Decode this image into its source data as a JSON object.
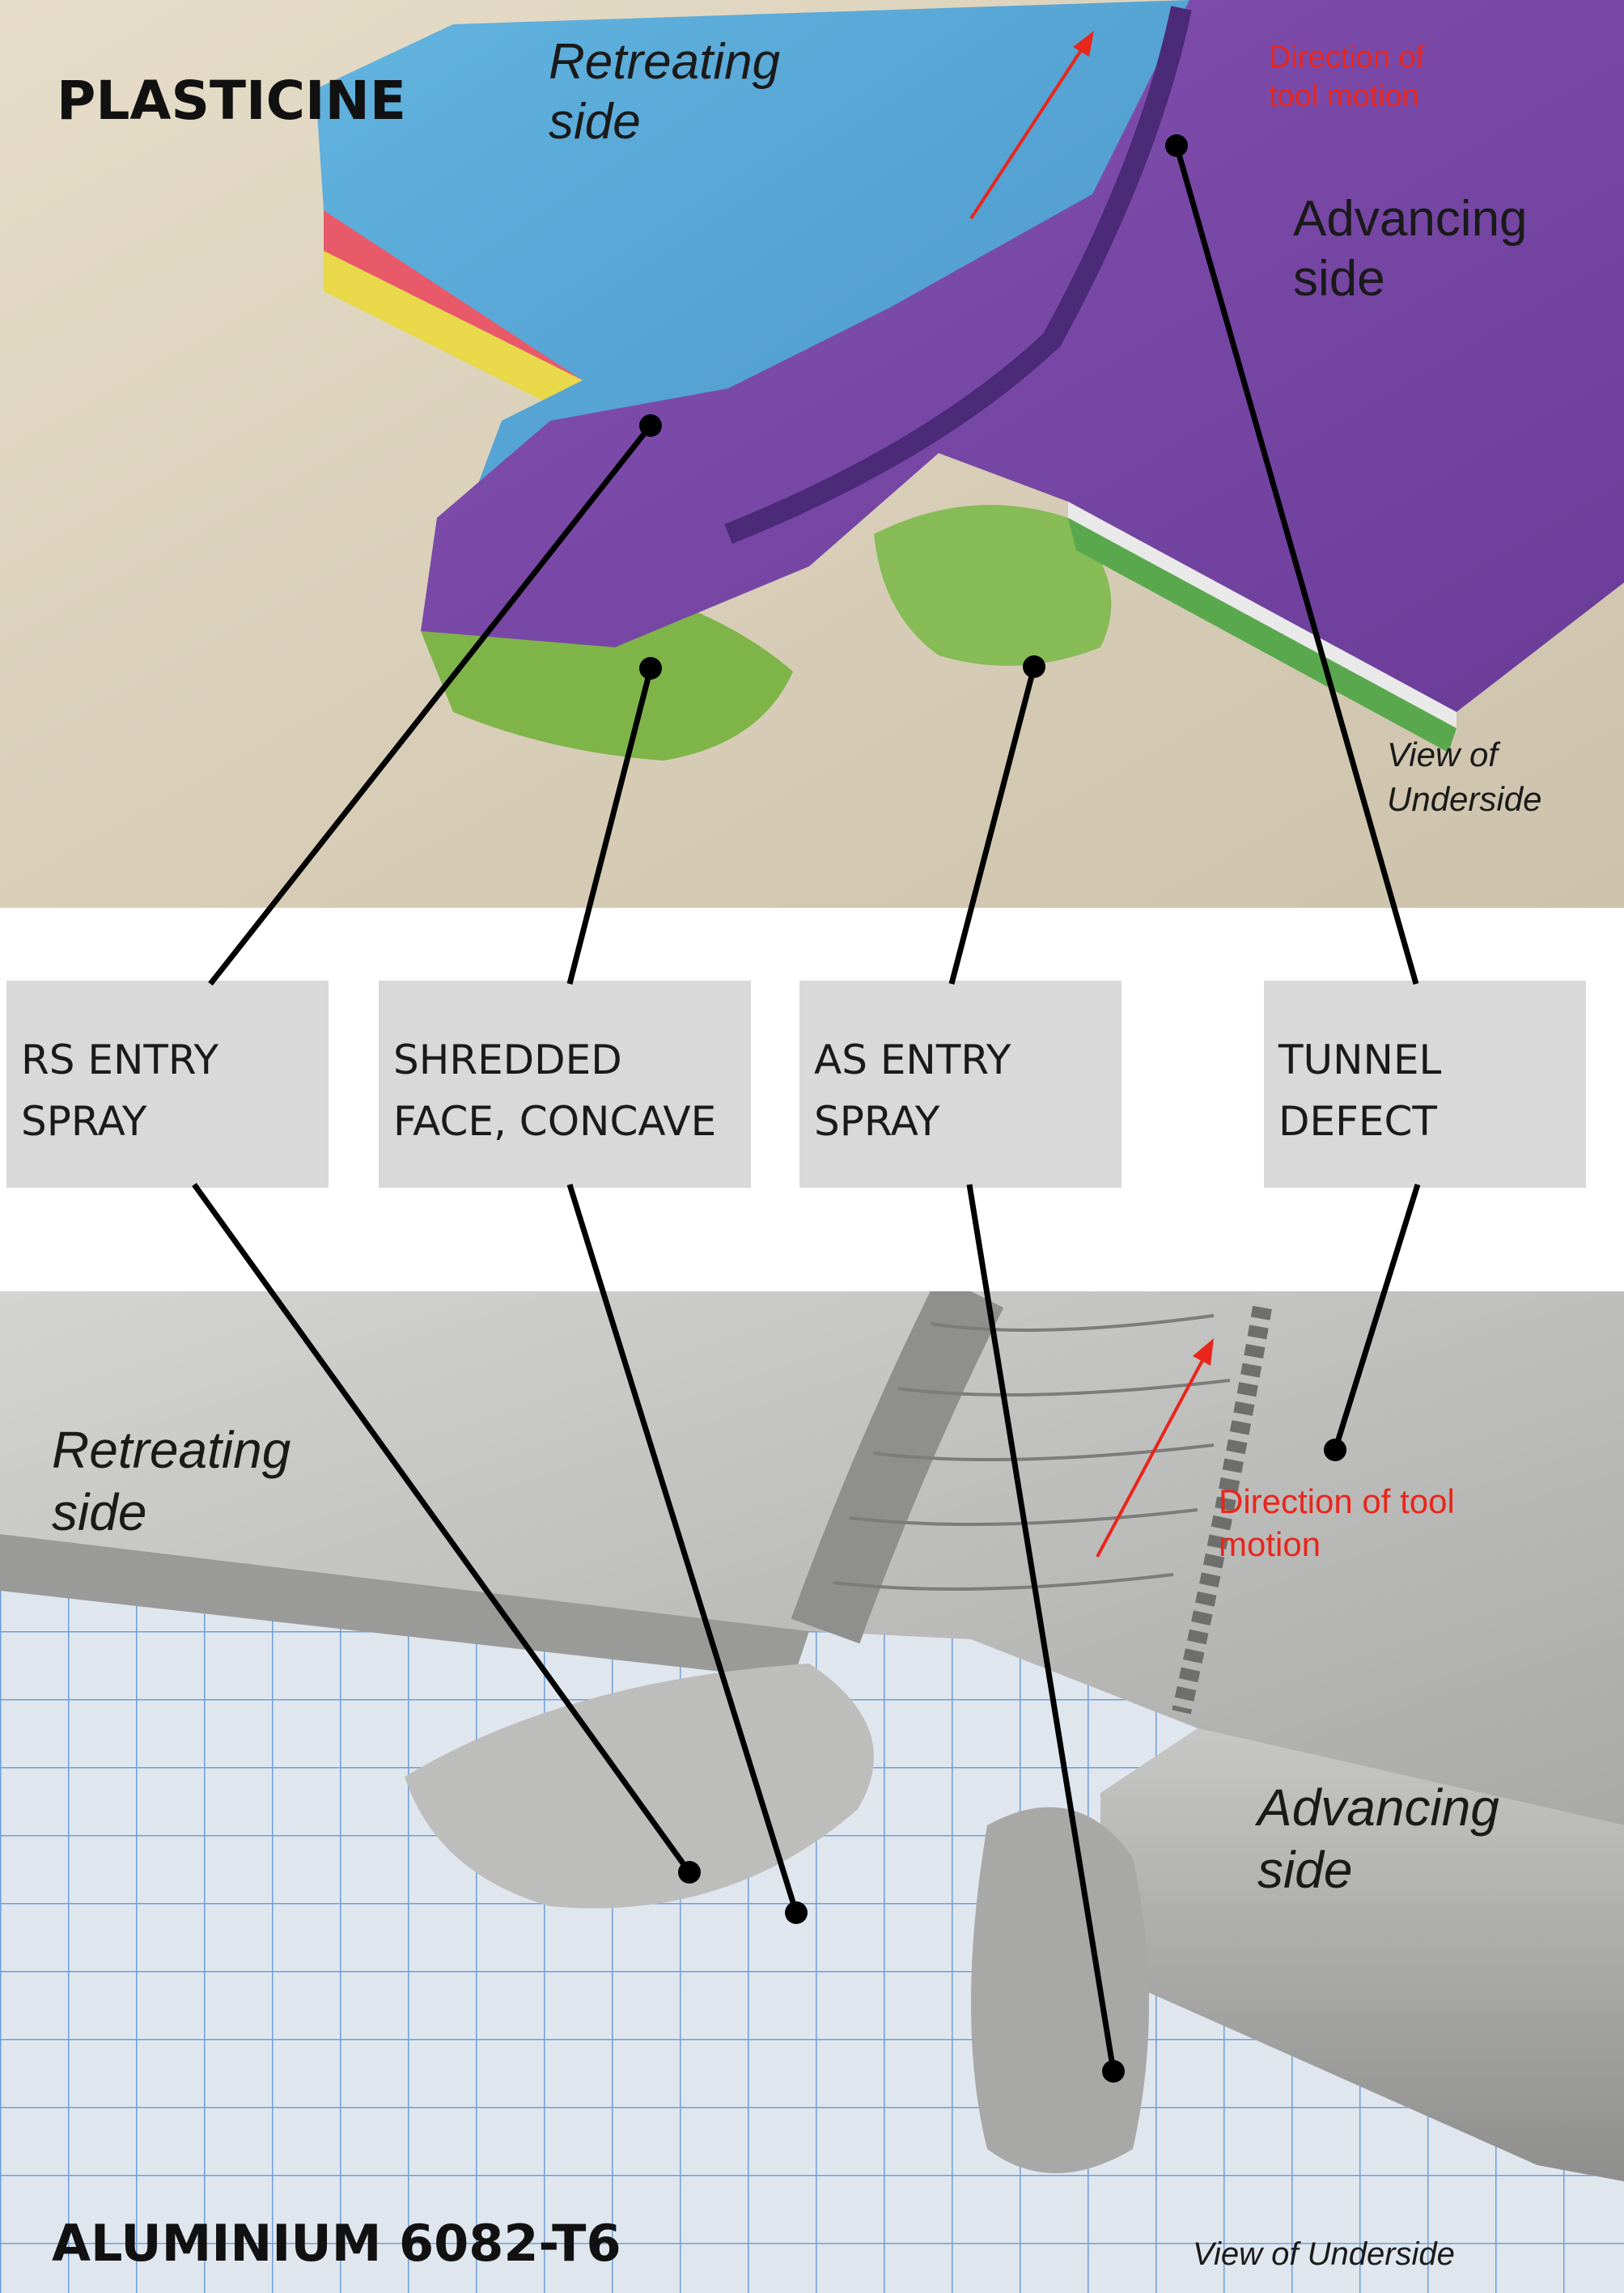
{
  "top_panel": {
    "material": "PLASTICINE",
    "retreating_side": [
      "Retreating",
      "side"
    ],
    "advancing_side": [
      "Advancing",
      "side"
    ],
    "direction": [
      "Direction of",
      "tool motion"
    ],
    "view": [
      "View of",
      "Underside"
    ]
  },
  "labels": [
    {
      "line1": "RS ENTRY",
      "line2": "SPRAY"
    },
    {
      "line1": "SHREDDED",
      "line2": "FACE, CONCAVE"
    },
    {
      "line1": "AS ENTRY",
      "line2": "SPRAY"
    },
    {
      "line1": "TUNNEL",
      "line2": "DEFECT"
    }
  ],
  "bottom_panel": {
    "material": "ALUMINIUM 6082-T6",
    "retreating_side": [
      "Retreating",
      "side"
    ],
    "advancing_side": [
      "Advancing",
      "side"
    ],
    "direction": [
      "Direction of tool",
      "motion"
    ],
    "view": "View of Underside"
  },
  "colors": {
    "plasticine_blue": "#5aaad6",
    "plasticine_purple": "#7b4aa8",
    "plasticine_green": "#7fb449",
    "aluminium": "#b8b8b8",
    "direction_arrow": "#e8261c",
    "label_box": "#d9d9d9"
  }
}
